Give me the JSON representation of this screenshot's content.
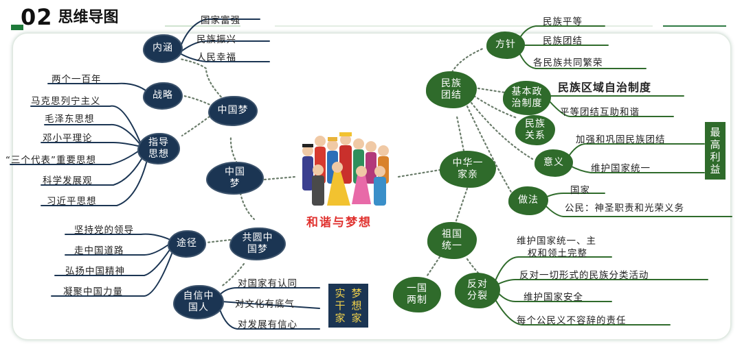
{
  "header": {
    "number": "02",
    "title": "思维导图"
  },
  "caption": "和谐与梦想",
  "left": {
    "zhongguomeng_center": "中国梦",
    "zhongguomeng_upper": "中国梦",
    "neihan": {
      "title": "内涵",
      "items": [
        "国家富强",
        "民族振兴",
        "人民幸福"
      ]
    },
    "zhanlue": {
      "title": "战略",
      "items": [
        "两个一百年"
      ]
    },
    "zhidao": {
      "title": "指导思想",
      "items": [
        "马克思列宁主义",
        "毛泽东思想",
        "邓小平理论",
        "“三个代表”重要思想",
        "科学发展观",
        "习近平思想"
      ]
    },
    "gongyuan": {
      "title": "共圆中国梦"
    },
    "tujing": {
      "title": "途径",
      "items": [
        "坚持党的领导",
        "走中国道路",
        "弘扬中国精神",
        "凝聚中国力量"
      ]
    },
    "zixin": {
      "title": "自信中国人",
      "items": [
        "对国家有认同",
        "对文化有底气",
        "对发展有信心"
      ]
    },
    "box": {
      "col1": "实干家",
      "col2": "梦想家"
    }
  },
  "right": {
    "zhonghua": "中华一家亲",
    "minzu": {
      "title": "民族团结"
    },
    "fangzhen": {
      "title": "方针",
      "items": [
        "民族平等",
        "民族团结",
        "各民族共同繁荣"
      ]
    },
    "jiben": {
      "title": "基本政治制度",
      "item": "民族区域自治制度"
    },
    "guanxi": {
      "title": "民族关系",
      "item": "平等团结互助和谐"
    },
    "yiyi": {
      "title": "意义",
      "items": [
        "加强和巩固民族团结",
        "维护国家统一"
      ]
    },
    "zuifa": {
      "title": "做法",
      "items": [
        "国家",
        "公民：神圣职责和光荣义务"
      ]
    },
    "box": "最高利益",
    "tongyi": {
      "title": "祖国统一"
    },
    "liangzhi": {
      "title": "一国两制"
    },
    "fandui": {
      "title": "反对分裂",
      "items": [
        "维护国家统一、主",
        "权和领土完整",
        "反对一切形式的民族分类活动",
        "维护国家安全",
        "每个公民义不容辞的责任"
      ]
    }
  }
}
